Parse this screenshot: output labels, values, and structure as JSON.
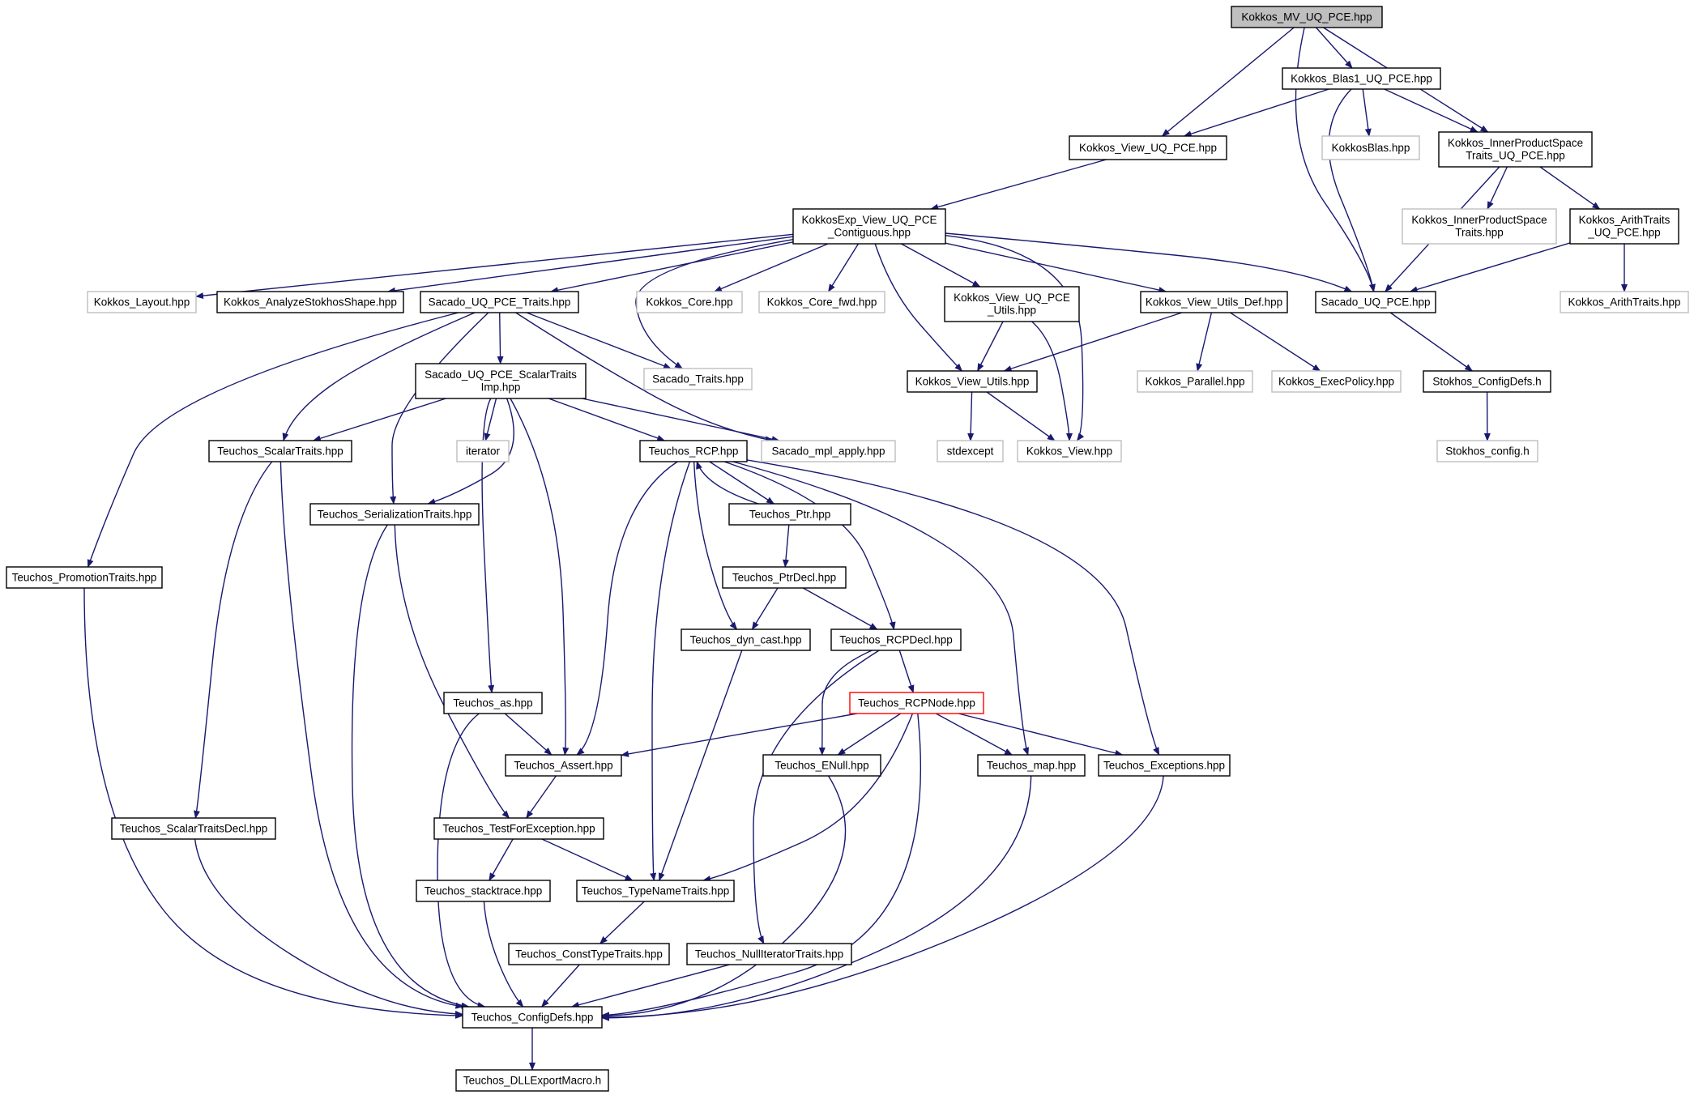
{
  "diagram": {
    "colors": {
      "edge": "#191970",
      "root_fill": "#bfbfbf",
      "external_border": "#bfbfbf",
      "highlight_border": "#ff0000"
    },
    "nodes": [
      {
        "id": "mv",
        "kind": "root",
        "lines": [
          "Kokkos_MV_UQ_PCE.hpp"
        ]
      },
      {
        "id": "blas1",
        "kind": "normal",
        "lines": [
          "Kokkos_Blas1_UQ_PCE.hpp"
        ]
      },
      {
        "id": "viewuq",
        "kind": "normal",
        "lines": [
          "Kokkos_View_UQ_PCE.hpp"
        ]
      },
      {
        "id": "kblas",
        "kind": "external",
        "lines": [
          "KokkosBlas.hpp"
        ]
      },
      {
        "id": "ips",
        "kind": "normal",
        "lines": [
          "Kokkos_InnerProductSpace",
          "Traits_UQ_PCE.hpp"
        ]
      },
      {
        "id": "expview",
        "kind": "normal",
        "lines": [
          "KokkosExp_View_UQ_PCE",
          "_Contiguous.hpp"
        ]
      },
      {
        "id": "ipsk",
        "kind": "external",
        "lines": [
          "Kokkos_InnerProductSpace",
          "Traits.hpp"
        ]
      },
      {
        "id": "arithuq",
        "kind": "normal",
        "lines": [
          "Kokkos_ArithTraits",
          "_UQ_PCE.hpp"
        ]
      },
      {
        "id": "layout",
        "kind": "external",
        "lines": [
          "Kokkos_Layout.hpp"
        ]
      },
      {
        "id": "analyze",
        "kind": "normal",
        "lines": [
          "Kokkos_AnalyzeStokhosShape.hpp"
        ]
      },
      {
        "id": "sacadotraits",
        "kind": "normal",
        "lines": [
          "Sacado_UQ_PCE_Traits.hpp"
        ]
      },
      {
        "id": "core",
        "kind": "external",
        "lines": [
          "Kokkos_Core.hpp"
        ]
      },
      {
        "id": "corefwd",
        "kind": "external",
        "lines": [
          "Kokkos_Core_fwd.hpp"
        ]
      },
      {
        "id": "viewutilsuq",
        "kind": "normal",
        "lines": [
          "Kokkos_View_UQ_PCE",
          "_Utils.hpp"
        ]
      },
      {
        "id": "viewutilsdef",
        "kind": "normal",
        "lines": [
          "Kokkos_View_Utils_Def.hpp"
        ]
      },
      {
        "id": "sacadouq",
        "kind": "normal",
        "lines": [
          "Sacado_UQ_PCE.hpp"
        ]
      },
      {
        "id": "arith",
        "kind": "external",
        "lines": [
          "Kokkos_ArithTraits.hpp"
        ]
      },
      {
        "id": "scalarimp",
        "kind": "normal",
        "lines": [
          "Sacado_UQ_PCE_ScalarTraits",
          "Imp.hpp"
        ]
      },
      {
        "id": "sacadotr",
        "kind": "external",
        "lines": [
          "Sacado_Traits.hpp"
        ]
      },
      {
        "id": "viewutils",
        "kind": "normal",
        "lines": [
          "Kokkos_View_Utils.hpp"
        ]
      },
      {
        "id": "parallel",
        "kind": "external",
        "lines": [
          "Kokkos_Parallel.hpp"
        ]
      },
      {
        "id": "execpolicy",
        "kind": "external",
        "lines": [
          "Kokkos_ExecPolicy.hpp"
        ]
      },
      {
        "id": "stokhoscfg",
        "kind": "normal",
        "lines": [
          "Stokhos_ConfigDefs.h"
        ]
      },
      {
        "id": "scalartraits",
        "kind": "normal",
        "lines": [
          "Teuchos_ScalarTraits.hpp"
        ]
      },
      {
        "id": "iterator",
        "kind": "external",
        "lines": [
          "iterator"
        ]
      },
      {
        "id": "rcp",
        "kind": "normal",
        "lines": [
          "Teuchos_RCP.hpp"
        ]
      },
      {
        "id": "mplapply",
        "kind": "external",
        "lines": [
          "Sacado_mpl_apply.hpp"
        ]
      },
      {
        "id": "stdexcept",
        "kind": "external",
        "lines": [
          "stdexcept"
        ]
      },
      {
        "id": "kview",
        "kind": "external",
        "lines": [
          "Kokkos_View.hpp"
        ]
      },
      {
        "id": "stokhosconfig",
        "kind": "external",
        "lines": [
          "Stokhos_config.h"
        ]
      },
      {
        "id": "serial",
        "kind": "normal",
        "lines": [
          "Teuchos_SerializationTraits.hpp"
        ]
      },
      {
        "id": "ptr",
        "kind": "normal",
        "lines": [
          "Teuchos_Ptr.hpp"
        ]
      },
      {
        "id": "promo",
        "kind": "normal",
        "lines": [
          "Teuchos_PromotionTraits.hpp"
        ]
      },
      {
        "id": "ptrdecl",
        "kind": "normal",
        "lines": [
          "Teuchos_PtrDecl.hpp"
        ]
      },
      {
        "id": "dyncast",
        "kind": "normal",
        "lines": [
          "Teuchos_dyn_cast.hpp"
        ]
      },
      {
        "id": "rcpdecl",
        "kind": "normal",
        "lines": [
          "Teuchos_RCPDecl.hpp"
        ]
      },
      {
        "id": "as",
        "kind": "normal",
        "lines": [
          "Teuchos_as.hpp"
        ]
      },
      {
        "id": "rcpnode",
        "kind": "highlight",
        "lines": [
          "Teuchos_RCPNode.hpp"
        ]
      },
      {
        "id": "assert",
        "kind": "normal",
        "lines": [
          "Teuchos_Assert.hpp"
        ]
      },
      {
        "id": "enull",
        "kind": "normal",
        "lines": [
          "Teuchos_ENull.hpp"
        ]
      },
      {
        "id": "map",
        "kind": "normal",
        "lines": [
          "Teuchos_map.hpp"
        ]
      },
      {
        "id": "exceptions",
        "kind": "normal",
        "lines": [
          "Teuchos_Exceptions.hpp"
        ]
      },
      {
        "id": "scalardecl",
        "kind": "normal",
        "lines": [
          "Teuchos_ScalarTraitsDecl.hpp"
        ]
      },
      {
        "id": "testforexc",
        "kind": "normal",
        "lines": [
          "Teuchos_TestForException.hpp"
        ]
      },
      {
        "id": "stacktrace",
        "kind": "normal",
        "lines": [
          "Teuchos_stacktrace.hpp"
        ]
      },
      {
        "id": "typename",
        "kind": "normal",
        "lines": [
          "Teuchos_TypeNameTraits.hpp"
        ]
      },
      {
        "id": "consttype",
        "kind": "normal",
        "lines": [
          "Teuchos_ConstTypeTraits.hpp"
        ]
      },
      {
        "id": "nulliter",
        "kind": "normal",
        "lines": [
          "Teuchos_NullIteratorTraits.hpp"
        ]
      },
      {
        "id": "configdefs",
        "kind": "normal",
        "lines": [
          "Teuchos_ConfigDefs.hpp"
        ]
      },
      {
        "id": "dllexport",
        "kind": "normal",
        "lines": [
          "Teuchos_DLLExportMacro.h"
        ]
      }
    ],
    "edges": [
      [
        "mv",
        "blas1"
      ],
      [
        "mv",
        "viewuq"
      ],
      [
        "mv",
        "sacadouq"
      ],
      [
        "mv",
        "ips"
      ],
      [
        "blas1",
        "viewuq"
      ],
      [
        "blas1",
        "kblas"
      ],
      [
        "blas1",
        "ips"
      ],
      [
        "blas1",
        "sacadouq"
      ],
      [
        "viewuq",
        "expview"
      ],
      [
        "ips",
        "sacadouq"
      ],
      [
        "ips",
        "ipsk"
      ],
      [
        "ips",
        "arithuq"
      ],
      [
        "arithuq",
        "sacadouq"
      ],
      [
        "arithuq",
        "arith"
      ],
      [
        "expview",
        "layout"
      ],
      [
        "expview",
        "analyze"
      ],
      [
        "expview",
        "sacadotraits"
      ],
      [
        "expview",
        "sacadotr"
      ],
      [
        "expview",
        "core"
      ],
      [
        "expview",
        "corefwd"
      ],
      [
        "expview",
        "viewutilsuq"
      ],
      [
        "expview",
        "viewutils"
      ],
      [
        "expview",
        "viewutilsdef"
      ],
      [
        "expview",
        "kview"
      ],
      [
        "expview",
        "sacadouq"
      ],
      [
        "sacadotraits",
        "scalarimp"
      ],
      [
        "sacadotraits",
        "sacadotr"
      ],
      [
        "sacadotraits",
        "mplapply"
      ],
      [
        "sacadotraits",
        "scalartraits"
      ],
      [
        "sacadotraits",
        "serial"
      ],
      [
        "sacadotraits",
        "promo"
      ],
      [
        "scalarimp",
        "scalartraits"
      ],
      [
        "scalarimp",
        "iterator"
      ],
      [
        "scalarimp",
        "rcp"
      ],
      [
        "scalarimp",
        "mplapply"
      ],
      [
        "scalarimp",
        "serial"
      ],
      [
        "scalarimp",
        "as"
      ],
      [
        "scalarimp",
        "assert"
      ],
      [
        "viewutilsuq",
        "viewutils"
      ],
      [
        "viewutilsuq",
        "kview"
      ],
      [
        "viewutilsdef",
        "viewutils"
      ],
      [
        "viewutilsdef",
        "parallel"
      ],
      [
        "viewutilsdef",
        "execpolicy"
      ],
      [
        "viewutils",
        "stdexcept"
      ],
      [
        "viewutils",
        "kview"
      ],
      [
        "sacadouq",
        "stokhoscfg"
      ],
      [
        "stokhoscfg",
        "stokhosconfig"
      ],
      [
        "scalartraits",
        "scalardecl"
      ],
      [
        "scalartraits",
        "configdefs"
      ],
      [
        "serial",
        "testforexc"
      ],
      [
        "serial",
        "configdefs"
      ],
      [
        "promo",
        "configdefs"
      ],
      [
        "rcp",
        "ptr"
      ],
      [
        "rcp",
        "assert"
      ],
      [
        "rcp",
        "typename"
      ],
      [
        "rcp",
        "dyncast"
      ],
      [
        "rcp",
        "rcpdecl"
      ],
      [
        "rcp",
        "map"
      ],
      [
        "rcp",
        "exceptions"
      ],
      [
        "ptr",
        "rcp"
      ],
      [
        "ptr",
        "ptrdecl"
      ],
      [
        "ptrdecl",
        "dyncast"
      ],
      [
        "ptrdecl",
        "rcpdecl"
      ],
      [
        "dyncast",
        "typename"
      ],
      [
        "rcpdecl",
        "rcpnode"
      ],
      [
        "rcpdecl",
        "enull"
      ],
      [
        "rcpdecl",
        "nulliter"
      ],
      [
        "rcpnode",
        "assert"
      ],
      [
        "rcpnode",
        "enull"
      ],
      [
        "rcpnode",
        "map"
      ],
      [
        "rcpnode",
        "exceptions"
      ],
      [
        "rcpnode",
        "typename"
      ],
      [
        "rcpnode",
        "configdefs"
      ],
      [
        "as",
        "assert"
      ],
      [
        "as",
        "configdefs"
      ],
      [
        "assert",
        "testforexc"
      ],
      [
        "testforexc",
        "stacktrace"
      ],
      [
        "testforexc",
        "typename"
      ],
      [
        "stacktrace",
        "configdefs"
      ],
      [
        "typename",
        "consttype"
      ],
      [
        "consttype",
        "configdefs"
      ],
      [
        "nulliter",
        "configdefs"
      ],
      [
        "enull",
        "configdefs"
      ],
      [
        "map",
        "configdefs"
      ],
      [
        "exceptions",
        "configdefs"
      ],
      [
        "scalardecl",
        "configdefs"
      ],
      [
        "configdefs",
        "dllexport"
      ]
    ]
  }
}
